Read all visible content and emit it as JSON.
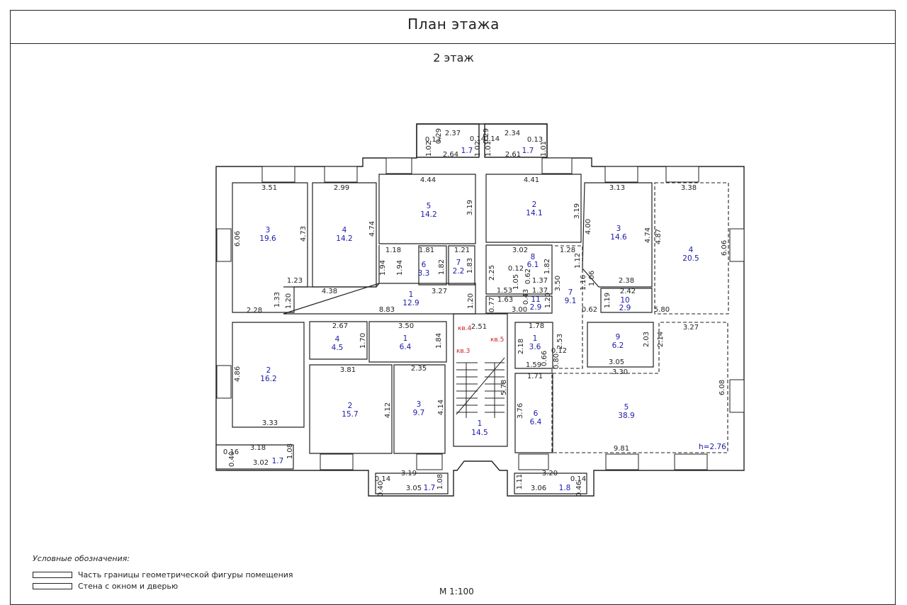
{
  "header": {
    "title": "План этажа",
    "floor": "2 этаж"
  },
  "scale": "M 1:100",
  "height_note": "h=2.76",
  "legend": {
    "title": "Условные обозначения:",
    "items": [
      "Часть границы геометрической фигуры помещения",
      "Стена с окном и дверью"
    ]
  },
  "apartments": [
    "кв.4",
    "кв.3",
    "кв.5"
  ],
  "rooms": [
    {
      "n": "3",
      "a": "19.6"
    },
    {
      "n": "4",
      "a": "14.2"
    },
    {
      "n": "5",
      "a": "14.2"
    },
    {
      "n": "6",
      "a": "3.3"
    },
    {
      "n": "7",
      "a": "2.2"
    },
    {
      "n": "1",
      "a": "12.9"
    },
    {
      "n": "2",
      "a": "16.2"
    },
    {
      "n": "4",
      "a": "4.5"
    },
    {
      "n": "1",
      "a": "6.4"
    },
    {
      "n": "2",
      "a": "15.7"
    },
    {
      "n": "3",
      "a": "9.7"
    },
    {
      "n": "1",
      "a": "14.5"
    },
    {
      "n": "2",
      "a": "14.1"
    },
    {
      "n": "8",
      "a": "6.1"
    },
    {
      "n": "11",
      "a": "2.9"
    },
    {
      "n": "7",
      "a": "9.1"
    },
    {
      "n": "3",
      "a": "14.6"
    },
    {
      "n": "4",
      "a": "20.5"
    },
    {
      "n": "10",
      "a": "2.9"
    },
    {
      "n": "9",
      "a": "6.2"
    },
    {
      "n": "1",
      "a": "3.6"
    },
    {
      "n": "6",
      "a": "6.4"
    },
    {
      "n": "5",
      "a": "38.9"
    }
  ],
  "balconies": [
    "1.7",
    "1.7",
    "1.7",
    "1.7",
    "1.8"
  ],
  "dimensions": [
    "3.51",
    "2.99",
    "4.44",
    "4.41",
    "3.13",
    "3.38",
    "6.06",
    "4.73",
    "4.74",
    "3.19",
    "3.19",
    "4.00",
    "4.74",
    "4.87",
    "6.06",
    "1.18",
    "1.81",
    "1.21",
    "3.02",
    "1.28",
    "1.94",
    "1.94",
    "1.82",
    "1.83",
    "2.25",
    "0.12",
    "0.62",
    "1.05",
    "1.82",
    "1.12",
    "1.06",
    "1.23",
    "4.38",
    "3.27",
    "1.53",
    "1.37",
    "1.37",
    "3.50",
    "1.16",
    "2.38",
    "2.42",
    "1.33",
    "1.20",
    "1.20",
    "0.77",
    "1.63",
    "3.00",
    "0.43",
    "1.20",
    "1.19",
    "0.62",
    "5.80",
    "2.28",
    "8.83",
    "2.67",
    "3.50",
    "2.51",
    "1.78",
    "3.27",
    "1.70",
    "1.84",
    "2.18",
    "2.53",
    "2.03",
    "2.14",
    "0.12",
    "0.66",
    "0.80",
    "1.59",
    "3.05",
    "3.30",
    "4.86",
    "3.81",
    "2.35",
    "4.12",
    "4.14",
    "5.78",
    "1.71",
    "3.76",
    "6.08",
    "3.33",
    "3.18",
    "1.08",
    "0.16",
    "0.40",
    "3.02",
    "9.81",
    "2.37",
    "2.34",
    "2.64",
    "2.61",
    "1.02",
    "1.02",
    "1.01",
    "1.01",
    "0.29",
    "0.29",
    "0.13",
    "0.13",
    "0.14",
    "0.14",
    "3.19",
    "1.08",
    "0.14",
    "0.40",
    "3.05",
    "1.11",
    "3.20",
    "0.14",
    "0.46",
    "3.06"
  ]
}
